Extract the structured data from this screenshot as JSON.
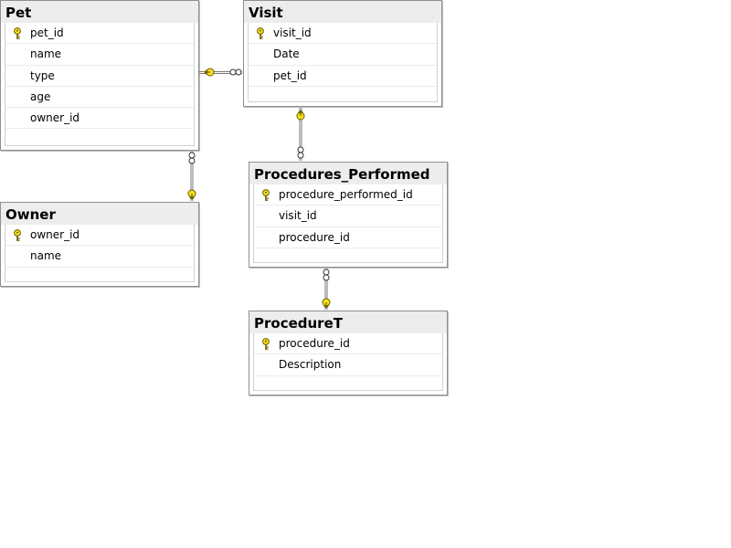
{
  "diagram": {
    "tables": [
      {
        "id": "pet",
        "title": "Pet",
        "columns": [
          {
            "name": "pet_id",
            "primary_key": true
          },
          {
            "name": "name",
            "primary_key": false
          },
          {
            "name": "type",
            "primary_key": false
          },
          {
            "name": "age",
            "primary_key": false
          },
          {
            "name": "owner_id",
            "primary_key": false
          }
        ]
      },
      {
        "id": "visit",
        "title": "Visit",
        "columns": [
          {
            "name": "visit_id",
            "primary_key": true
          },
          {
            "name": "Date",
            "primary_key": false
          },
          {
            "name": "pet_id",
            "primary_key": false
          }
        ]
      },
      {
        "id": "owner",
        "title": "Owner",
        "columns": [
          {
            "name": "owner_id",
            "primary_key": true
          },
          {
            "name": "name",
            "primary_key": false
          }
        ]
      },
      {
        "id": "procedures_performed",
        "title": "Procedures_Performed",
        "columns": [
          {
            "name": "procedure_performed_id",
            "primary_key": true
          },
          {
            "name": "visit_id",
            "primary_key": false
          },
          {
            "name": "procedure_id",
            "primary_key": false
          }
        ]
      },
      {
        "id": "proceduret",
        "title": "ProcedureT",
        "columns": [
          {
            "name": "procedure_id",
            "primary_key": true
          },
          {
            "name": "Description",
            "primary_key": false
          }
        ]
      }
    ],
    "relationships": [
      {
        "from": "pet",
        "to": "visit"
      },
      {
        "from": "owner",
        "to": "pet"
      },
      {
        "from": "visit",
        "to": "procedures_performed"
      },
      {
        "from": "proceduret",
        "to": "procedures_performed"
      }
    ],
    "colors": {
      "key_fill": "#f5e31a",
      "key_stroke": "#6b5a00",
      "connector_line": "#7a7a7a",
      "header_bg": "#ededed",
      "border": "#8f8f8f"
    }
  }
}
